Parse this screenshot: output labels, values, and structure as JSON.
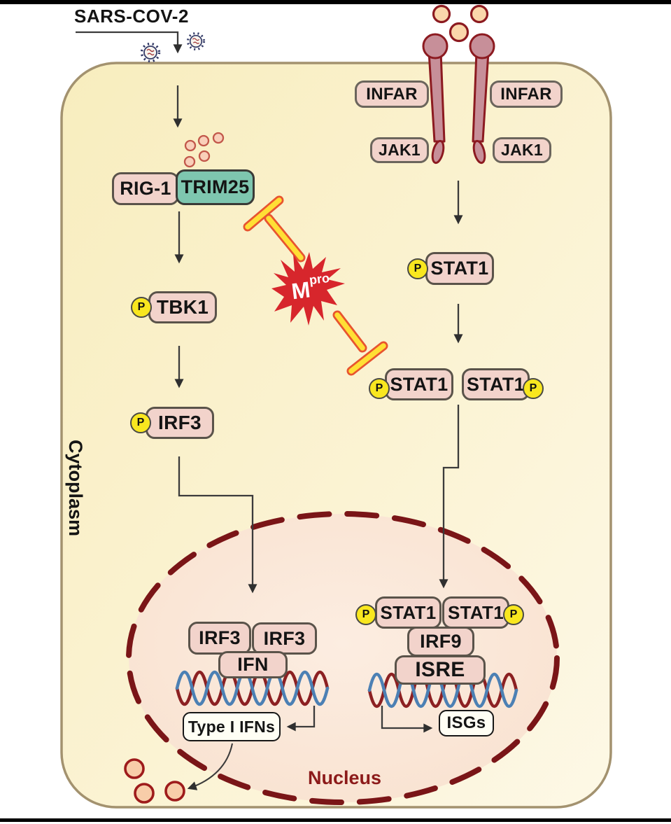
{
  "header": {
    "virus": "SARS-COV-2"
  },
  "compartments": {
    "cytoplasm": "Cytoplasm",
    "nucleus": "Nucleus"
  },
  "badge": {
    "p": "P"
  },
  "protease": {
    "m": "M",
    "sup": "pro"
  },
  "nodes": {
    "rig1": "RIG-1",
    "trim25": "TRIM25",
    "tbk1": "TBK1",
    "irf3": "IRF3",
    "infar": "INFAR",
    "jak1": "JAK1",
    "stat1": "STAT1",
    "irf9": "IRF9",
    "isre": "ISRE",
    "ifn": "IFN",
    "type1_ifns": "Type I IFNs",
    "isgs": "ISGs"
  },
  "colors": {
    "cell_fill": "#F9F0C8",
    "cell_border": "#A3926F",
    "protein_box_fill": "#F2D3CB",
    "protein_box_border": "#5a534a",
    "trim25_fill": "#7EC6AF",
    "phospho_yellow": "#F9E71F",
    "mpro_star_red": "#D7262C",
    "inhibitor_yellow": "#FFDF35",
    "inhibitor_outline": "#E8542F",
    "receptor_fill": "#C78F99",
    "receptor_border": "#8C1A20",
    "ligand_fill": "#FAD7AB",
    "nucleus_fill": "#FBE8DA",
    "nucleus_border": "#7A1517",
    "dna_blue": "#4C80B4",
    "dna_maroon": "#8C2022",
    "arrow": "#3b3b3b",
    "white_box_fill": "#FFFEF4"
  }
}
